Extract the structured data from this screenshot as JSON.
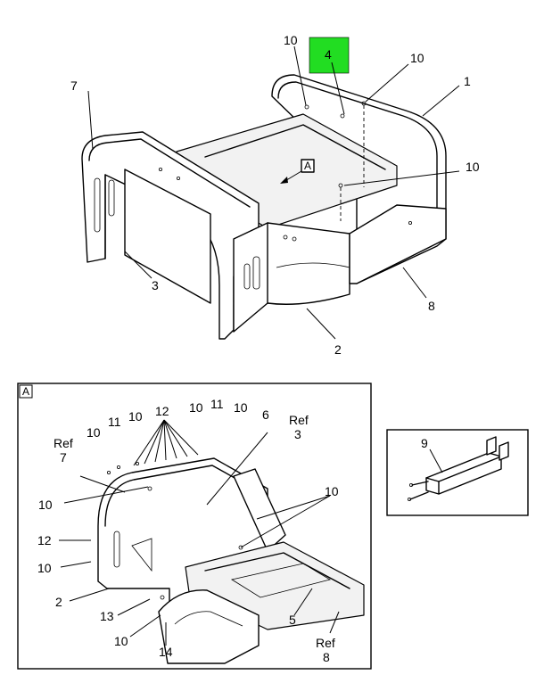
{
  "colors": {
    "highlight": "#22dd22",
    "ink": "#000000",
    "paper": "#ffffff"
  },
  "top_view": {
    "callouts": {
      "c1": "1",
      "c2": "2",
      "c3": "3",
      "c4": "4",
      "c7": "7",
      "c8": "8",
      "c10a": "10",
      "c10b": "10",
      "c10c": "10"
    },
    "view_marker": "A"
  },
  "detail_a": {
    "label": "A",
    "callouts": {
      "c12top": "12",
      "c11a": "11",
      "c10a": "10",
      "c11b": "11",
      "c10b": "10",
      "c10c": "10",
      "c10d": "10",
      "c6": "6",
      "ref3": "Ref",
      "c3": "3",
      "ref7": "Ref",
      "c7": "7",
      "c10e": "10",
      "c10f": "10",
      "c12left": "12",
      "c10g": "10",
      "c2": "2",
      "c13": "13",
      "c10h": "10",
      "c14": "14",
      "c5": "5",
      "ref8": "Ref",
      "c8": "8"
    }
  },
  "inset": {
    "callouts": {
      "c9": "9"
    }
  }
}
